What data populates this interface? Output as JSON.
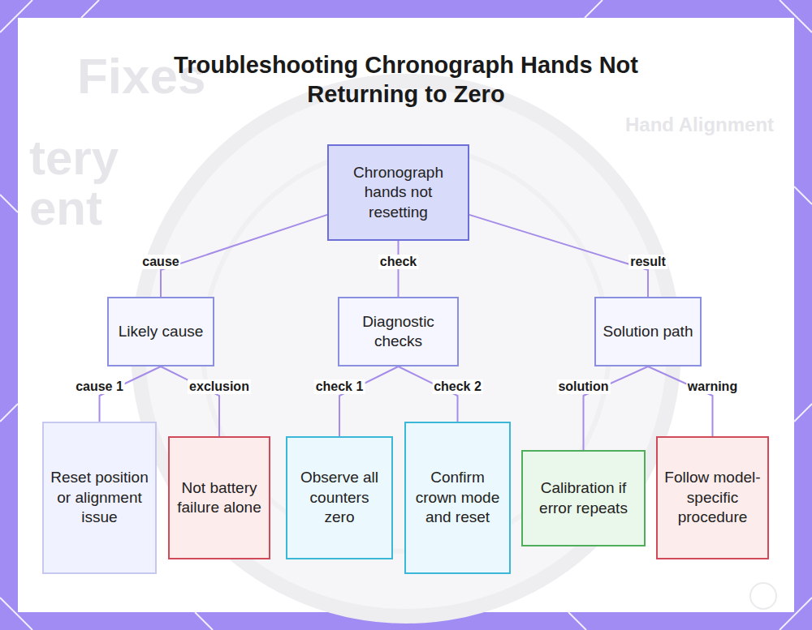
{
  "diagram": {
    "title": "Troubleshooting Chronograph Hands Not Returning to Zero",
    "nodes": [
      {
        "text": [
          "Chronograph hands not resetting"
        ]
      },
      {
        "text": [
          "Likely cause"
        ]
      },
      {
        "text": [
          "Diagnostic checks"
        ]
      },
      {
        "text": [
          "Solution path"
        ]
      },
      {
        "text": [
          "Reset position or alignment issue"
        ]
      },
      {
        "text": [
          "Not battery failure alone"
        ]
      },
      {
        "text": [
          "Observe all counters zero"
        ]
      },
      {
        "text": [
          "Confirm crown mode and reset"
        ]
      },
      {
        "text": [
          "Calibration if error repeats"
        ]
      },
      {
        "text": [
          "Follow model-specific procedure"
        ]
      }
    ],
    "edges": [
      {
        "from": 0,
        "to": 1,
        "label": "cause",
        "arrow": "none"
      },
      {
        "from": 0,
        "to": 2,
        "label": "check",
        "arrow": "none"
      },
      {
        "from": 0,
        "to": 3,
        "label": "result",
        "arrow": "none"
      },
      {
        "from": 1,
        "to": 4,
        "label": "cause 1",
        "arrow": "none"
      },
      {
        "from": 1,
        "to": 5,
        "label": "exclusion",
        "arrow": "none"
      },
      {
        "from": 2,
        "to": 6,
        "label": "check 1",
        "arrow": "none"
      },
      {
        "from": 2,
        "to": 7,
        "label": "check 2",
        "arrow": "none"
      },
      {
        "from": 3,
        "to": 8,
        "label": "solution",
        "arrow": "none"
      },
      {
        "from": 3,
        "to": 9,
        "label": "warning",
        "arrow": "none"
      }
    ],
    "labels": [
      "Fixes",
      "tery",
      "ent",
      "Hand Alignment"
    ]
  }
}
